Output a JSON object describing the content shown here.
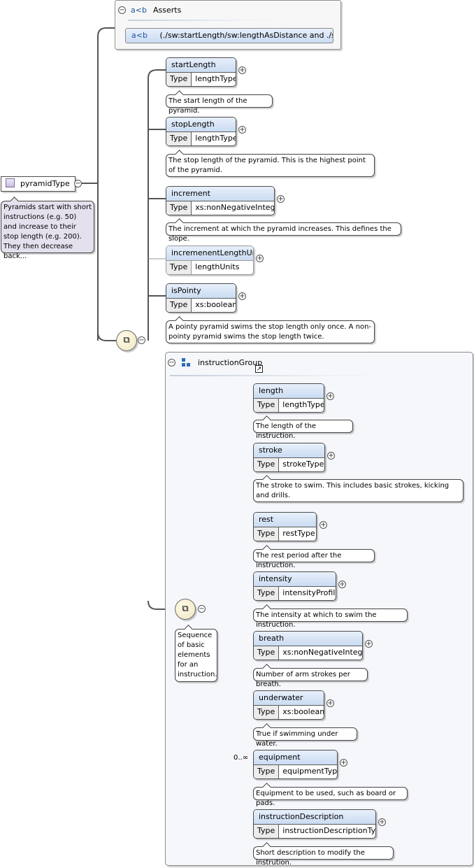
{
  "asserts": {
    "title": "Asserts",
    "ab_label": "a<b",
    "expression": "(./sw:startLength/sw:lengthAsDistance and ./sw ..."
  },
  "root": {
    "name": "pyramidType",
    "doc": "Pyramids start with short instructions (e.g. 50) and increase to their stop length (e.g. 200). They then decrease back..."
  },
  "type_label": "Type",
  "elements": [
    {
      "name": "startLength",
      "type": "lengthType",
      "doc": "The start length of the pyramid."
    },
    {
      "name": "stopLength",
      "type": "lengthType",
      "doc": "The stop length of the pyramid. This is the highest point of the pyramid."
    },
    {
      "name": "increment",
      "type": "xs:nonNegativeInteger",
      "doc": "The increment at which the pyramid increases. This defines the slope."
    },
    {
      "name": "incremenentLengthUnit",
      "type": "lengthUnits",
      "doc": ""
    },
    {
      "name": "isPointy",
      "type": "xs:boolean",
      "doc": "A pointy pyramid swims the stop length only once. A non-pointy pyramid swims the stop length twice."
    }
  ],
  "group": {
    "name": "instructionGroup",
    "sequence_doc": "Sequence of basic elements for an instruction.",
    "elements": [
      {
        "name": "length",
        "type": "lengthType",
        "doc": "The length of the instruction."
      },
      {
        "name": "stroke",
        "type": "strokeType",
        "doc": "The stroke to swim. This includes basic strokes, kicking and drills."
      },
      {
        "name": "rest",
        "type": "restType",
        "doc": "The rest period after the instruction."
      },
      {
        "name": "intensity",
        "type": "intensityProfile",
        "doc": "The intensity at which to swim the instruction."
      },
      {
        "name": "breath",
        "type": "xs:nonNegativeInteger",
        "doc": "Number of arm strokes per breath."
      },
      {
        "name": "underwater",
        "type": "xs:boolean",
        "doc": "True if swimming under water."
      },
      {
        "name": "equipment",
        "type": "equipmentType",
        "doc": "Equipment to be used, such as board or pads.",
        "cardinality": "0..∞"
      },
      {
        "name": "instructionDescription",
        "type": "instructionDescriptionType",
        "doc": "Short description to modify the instrution."
      }
    ]
  }
}
